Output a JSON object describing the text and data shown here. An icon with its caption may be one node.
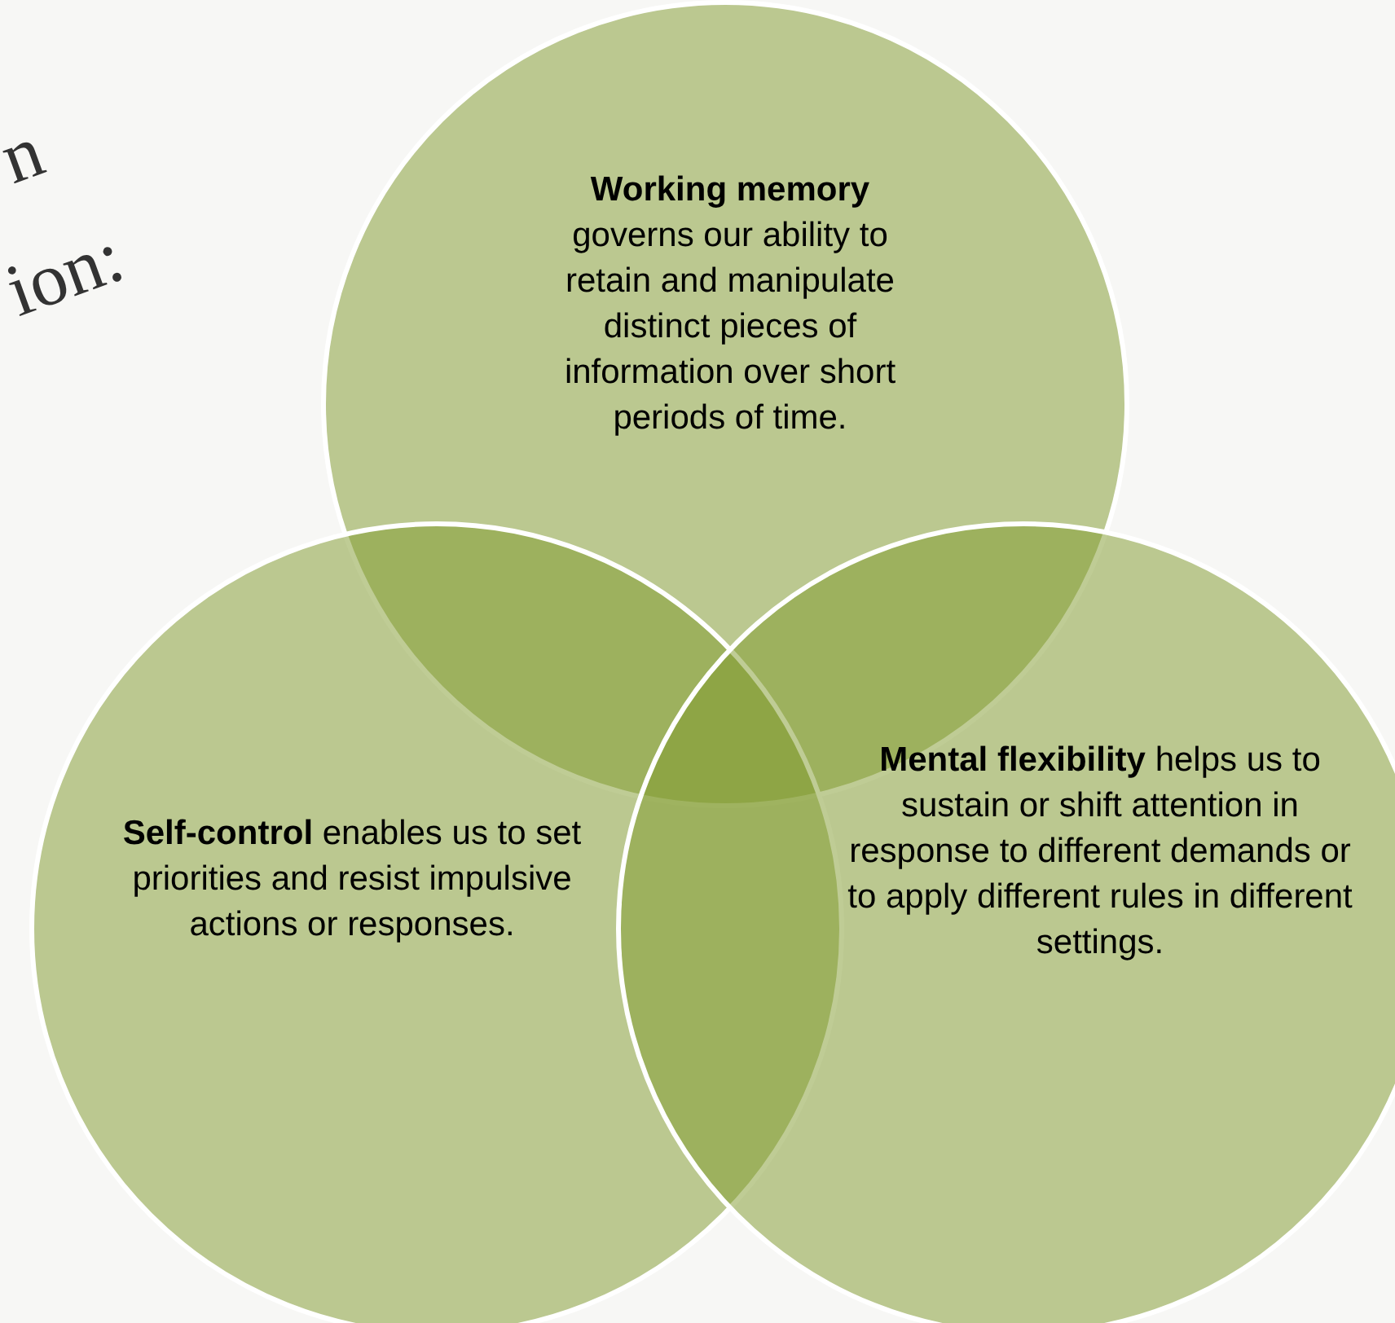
{
  "diagram": {
    "nodes": [
      {
        "text": [
          "**Working memory** governs our ability to retain and manipulate distinct pieces of information over short periods of time."
        ]
      },
      {
        "text": [
          "**Self-control** enables us to set priorities and resist impulsive actions or responses."
        ]
      },
      {
        "text": [
          "**Mental flexibility** helps us to sustain or shift attention in response to different demands or to apply different rules in different settings."
        ]
      }
    ],
    "labels": [
      "n",
      "ion:"
    ]
  }
}
